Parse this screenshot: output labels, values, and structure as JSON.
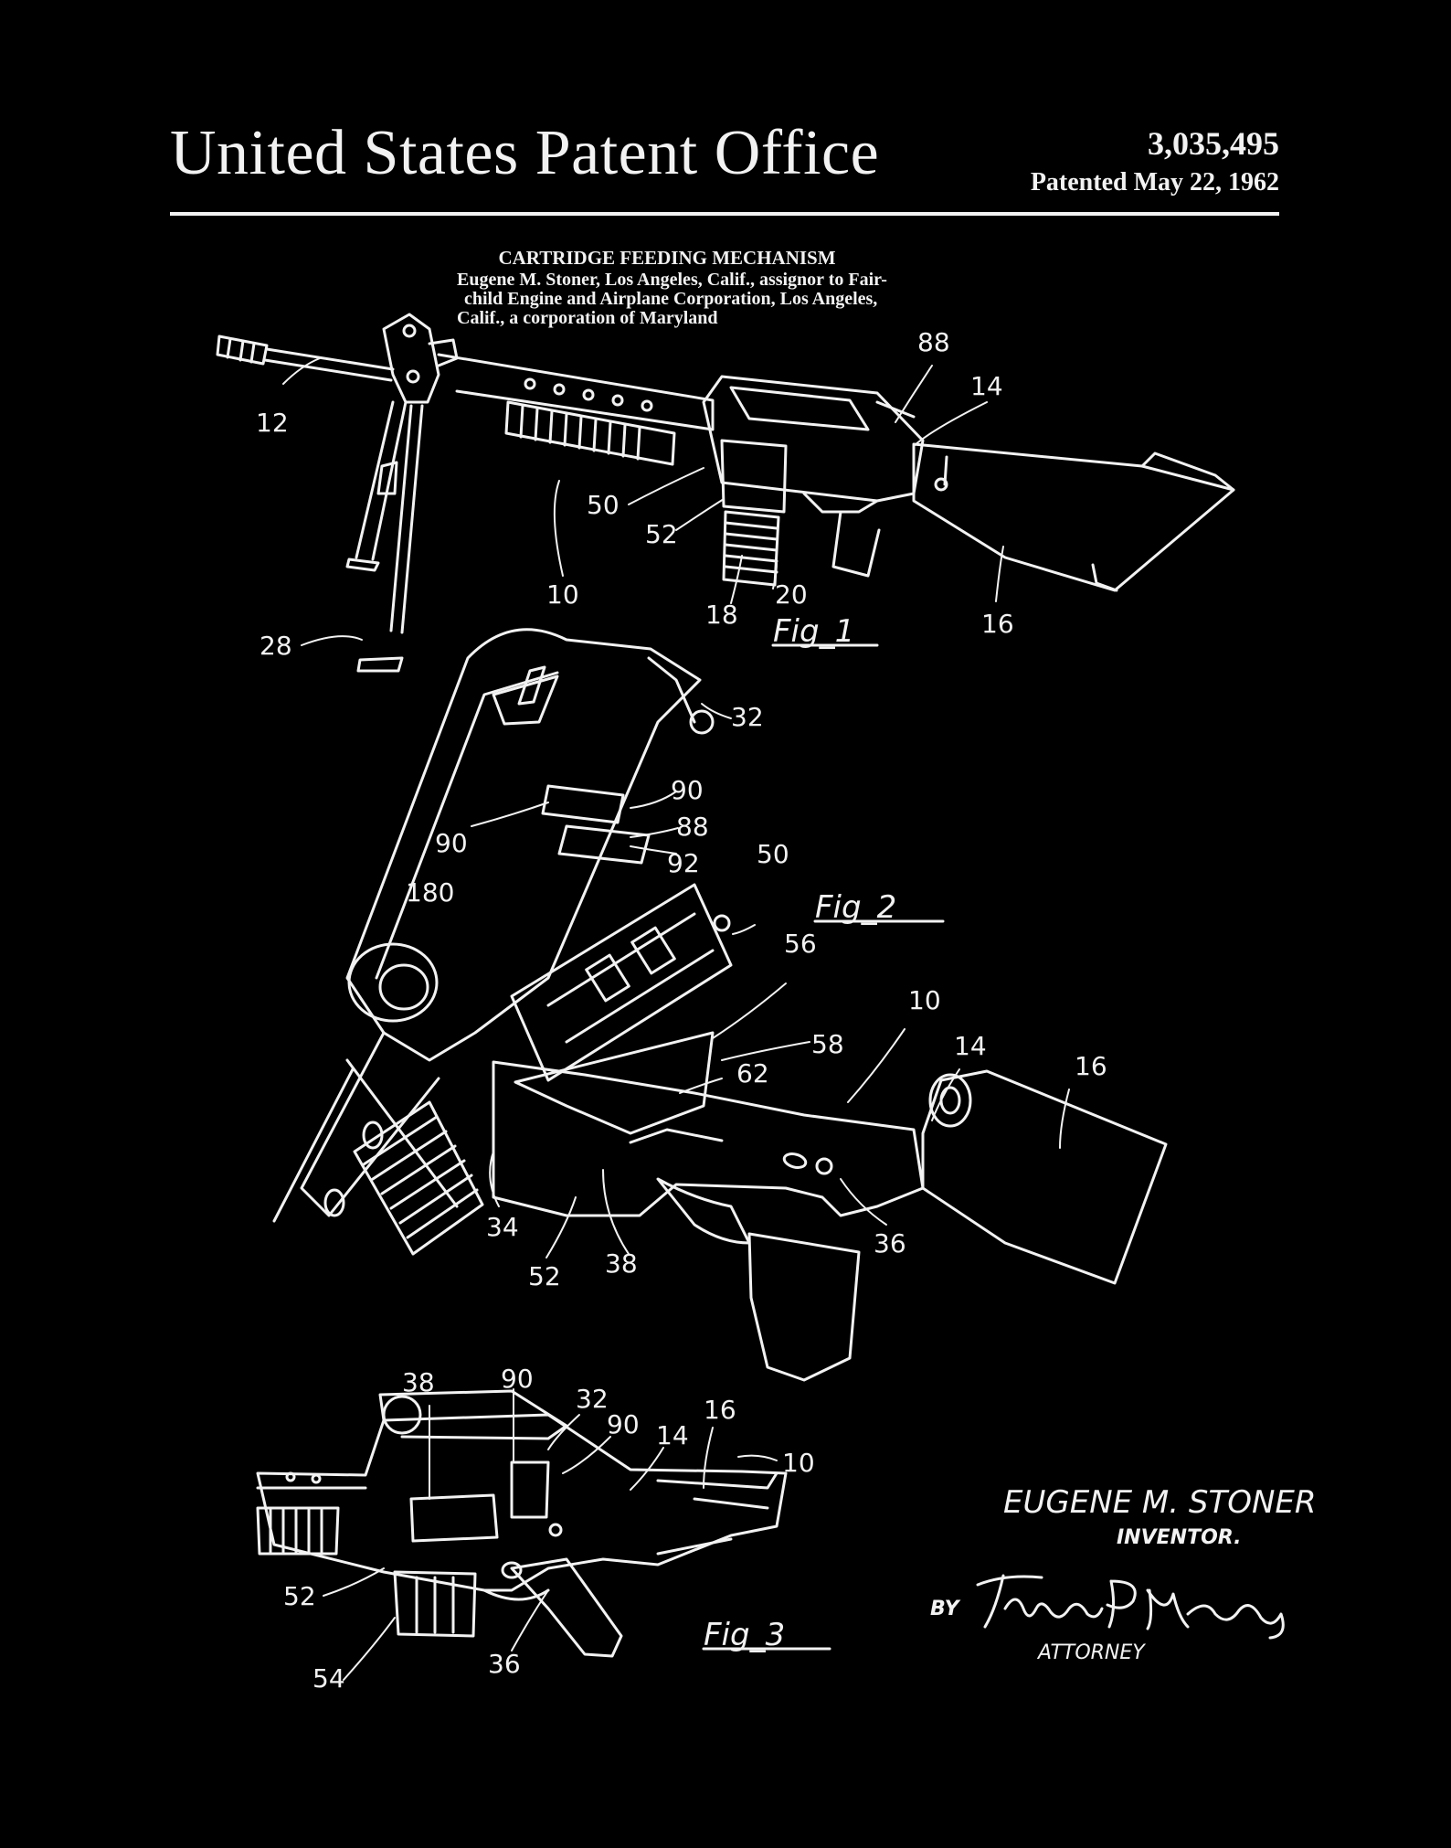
{
  "header": {
    "office_title": "United States Patent Office",
    "patent_number": "3,035,495",
    "patent_date": "Patented May 22, 1962"
  },
  "abstract": {
    "title": "CARTRIDGE FEEDING MECHANISM",
    "lines": [
      "Eugene M. Stoner, Los Angeles, Calif., assignor to Fair-",
      "child Engine and Airplane Corporation, Los Angeles,",
      "Calif., a corporation of Maryland"
    ]
  },
  "figures": {
    "fig1": {
      "caption": "Fig_1",
      "labels": [
        "12",
        "88",
        "14",
        "50",
        "52",
        "10",
        "18",
        "20",
        "16",
        "28"
      ]
    },
    "fig2": {
      "caption": "Fig_2",
      "labels": [
        "32",
        "90",
        "90",
        "88",
        "92",
        "50",
        "180",
        "56",
        "10",
        "58",
        "14",
        "16",
        "62",
        "34",
        "52",
        "38",
        "36"
      ]
    },
    "fig3": {
      "caption": "Fig_3",
      "labels": [
        "38",
        "90",
        "32",
        "90",
        "14",
        "16",
        "10",
        "52",
        "54",
        "36"
      ]
    }
  },
  "signatures": {
    "inventor_name": "EUGENE M. STONER",
    "inventor_role": "INVENTOR.",
    "by_label": "BY",
    "attorney_signature": "Thomas P. Maloney",
    "attorney_role": "ATTORNEY"
  },
  "colors": {
    "background": "#000000",
    "ink": "#f2f2f2"
  }
}
